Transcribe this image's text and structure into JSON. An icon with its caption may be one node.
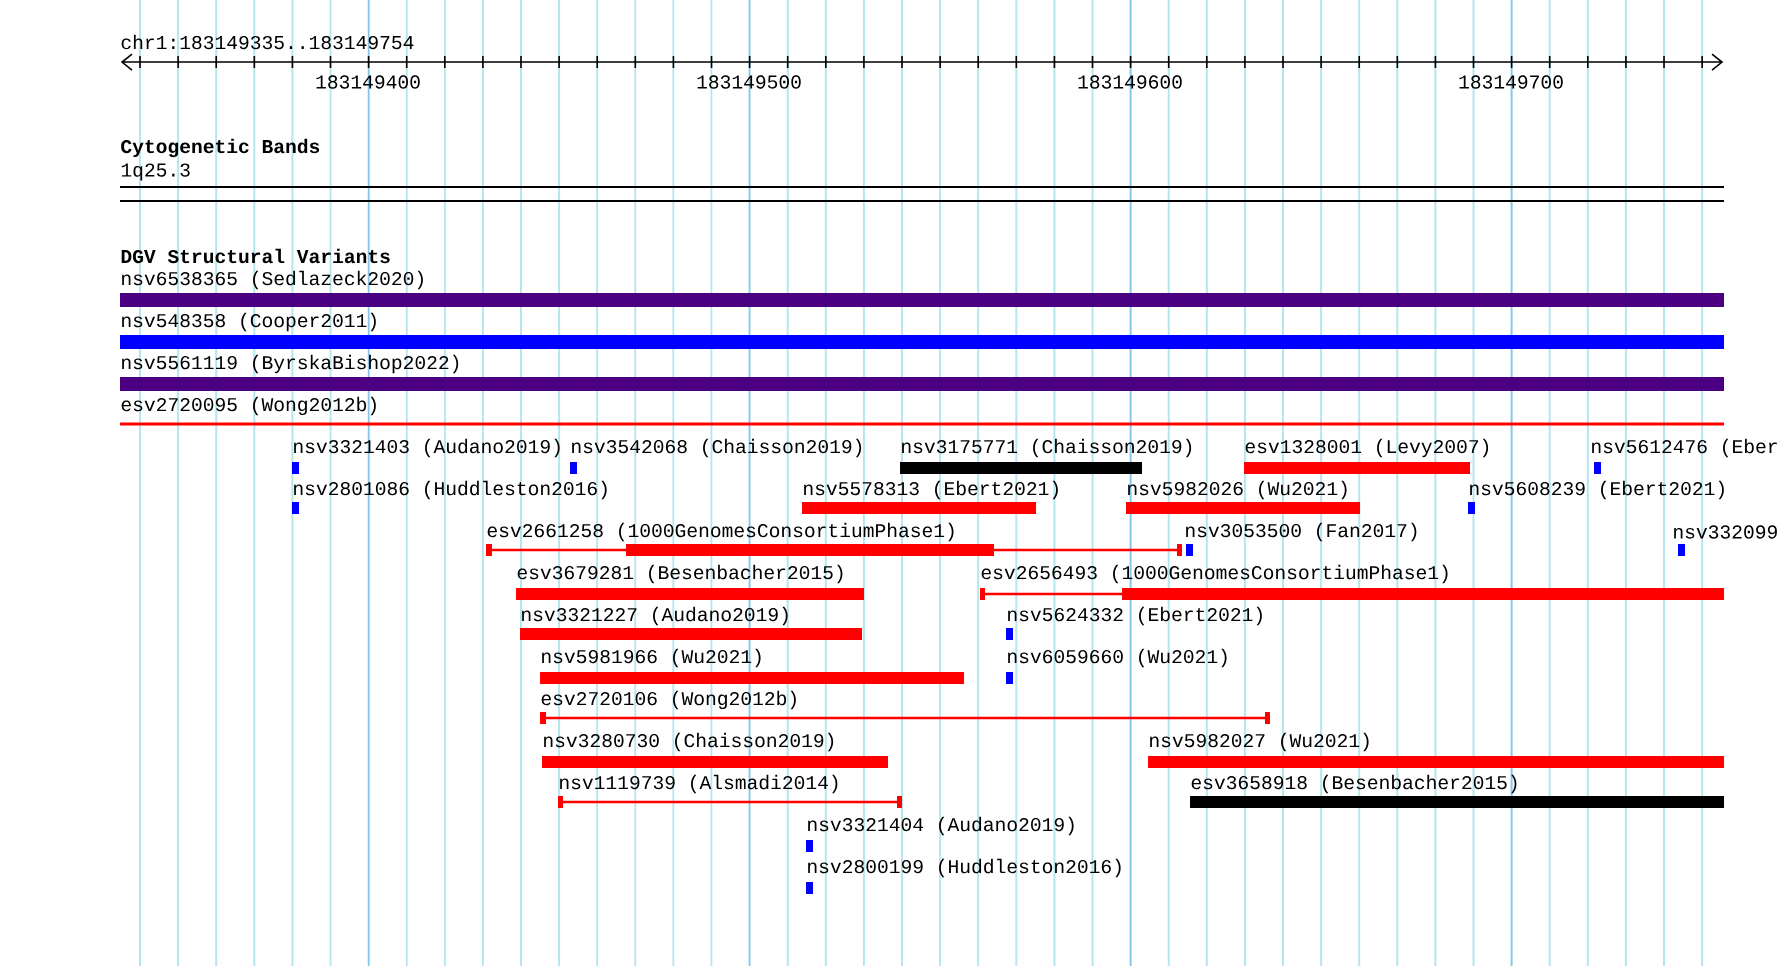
{
  "diagram": {
    "nodes": [
      {
        "text": [
          "1q25.3"
        ]
      },
      {
        "text": [
          "nsv6538365 (Sedlazeck2020)"
        ]
      },
      {
        "text": [
          "nsv548358 (Cooper2011)"
        ]
      },
      {
        "text": [
          "nsv5561119 (ByrskaBishop2022)"
        ]
      },
      {
        "text": [
          "esv2720095 (Wong2012b)"
        ]
      },
      {
        "text": [
          "nsv3321403 (Audano2019)"
        ]
      },
      {
        "text": [
          "nsv3542068 (Chaisson2019)"
        ]
      },
      {
        "text": [
          "nsv3175771 (Chaisson2019)"
        ]
      },
      {
        "text": [
          "esv1328001 (Levy2007)"
        ]
      },
      {
        "text": [
          "nsv5612476 (Eber"
        ]
      },
      {
        "text": [
          "nsv2801086 (Huddleston2016)"
        ]
      },
      {
        "text": [
          "nsv5578313 (Ebert2021)"
        ]
      },
      {
        "text": [
          "nsv5982026 (Wu2021)"
        ]
      },
      {
        "text": [
          "nsv5608239 (Ebert2021)"
        ]
      },
      {
        "text": [
          "esv2661258 (1000GenomesConsortiumPhase1)"
        ]
      },
      {
        "text": [
          "nsv3053500 (Fan2017)"
        ]
      },
      {
        "text": [
          "nsv332099"
        ]
      },
      {
        "text": [
          "esv3679281 (Besenbacher2015)"
        ]
      },
      {
        "text": [
          "esv2656493 (1000GenomesConsortiumPhase1)"
        ]
      },
      {
        "text": [
          "nsv3321227 (Audano2019)"
        ]
      },
      {
        "text": [
          "nsv5624332 (Ebert2021)"
        ]
      },
      {
        "text": [
          "nsv5981966 (Wu2021)"
        ]
      },
      {
        "text": [
          "nsv6059660 (Wu2021)"
        ]
      },
      {
        "text": [
          "esv2720106 (Wong2012b)"
        ]
      },
      {
        "text": [
          "nsv3280730 (Chaisson2019)"
        ]
      },
      {
        "text": [
          "nsv5982027 (Wu2021)"
        ]
      },
      {
        "text": [
          "nsv1119739 (Alsmadi2014)"
        ]
      },
      {
        "text": [
          "esv3658918 (Besenbacher2015)"
        ]
      },
      {
        "text": [
          "nsv3321404 (Audano2019)"
        ]
      },
      {
        "text": [
          "nsv2800199 (Huddleston2016)"
        ]
      }
    ],
    "labels": [
      "chr1:183149335..183149754",
      "183149400",
      "183149500",
      "183149600",
      "183149700",
      "Cytogenetic Bands",
      "DGV Structural Variants"
    ]
  }
}
